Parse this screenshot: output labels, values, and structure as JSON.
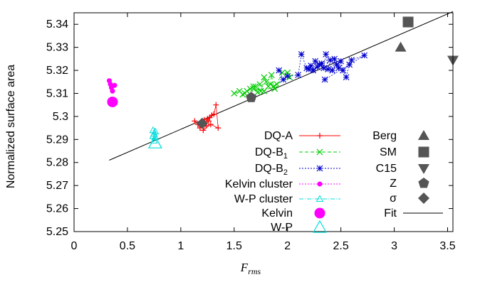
{
  "chart_data": {
    "type": "scatter",
    "xlabel_main": "F",
    "xlabel_sub": "rms",
    "ylabel": "Normalized surface area",
    "xlim": [
      0,
      3.55
    ],
    "ylim": [
      5.25,
      5.345
    ],
    "x_ticks": [
      "0",
      "0.5",
      "1",
      "1.5",
      "2",
      "2.5",
      "3",
      "3.5"
    ],
    "y_ticks": [
      "5.25",
      "5.26",
      "5.27",
      "5.28",
      "5.29",
      "5.3",
      "5.31",
      "5.32",
      "5.33",
      "5.34"
    ],
    "legend_left_labels": [
      "DQ-A",
      "DQ-B",
      "DQ-B",
      "Kelvin cluster",
      "W-P cluster",
      "Kelvin",
      "W-P"
    ],
    "legend_left_subs": [
      "",
      "1",
      "2",
      "",
      "",
      "",
      ""
    ],
    "legend_right_labels": [
      "Berg",
      "SM",
      "C15",
      "Z",
      "σ",
      "Fit"
    ],
    "series": [
      {
        "name": "DQ-A",
        "color": "#ff0000",
        "marker": "plus",
        "line": "solid",
        "points": [
          [
            1.13,
            5.298
          ],
          [
            1.16,
            5.2965
          ],
          [
            1.18,
            5.295
          ],
          [
            1.2,
            5.2975
          ],
          [
            1.22,
            5.2985
          ],
          [
            1.24,
            5.296
          ],
          [
            1.25,
            5.299
          ],
          [
            1.27,
            5.2995
          ],
          [
            1.29,
            5.3005
          ],
          [
            1.31,
            5.301
          ],
          [
            1.33,
            5.305
          ],
          [
            1.35,
            5.295
          ],
          [
            1.28,
            5.2965
          ],
          [
            1.21,
            5.294
          ],
          [
            1.26,
            5.298
          ]
        ]
      },
      {
        "name": "DQ-B",
        "color": "#00cc00",
        "marker": "x",
        "line": "dash",
        "points": [
          [
            1.5,
            5.31
          ],
          [
            1.55,
            5.311
          ],
          [
            1.58,
            5.3095
          ],
          [
            1.6,
            5.31
          ],
          [
            1.62,
            5.311
          ],
          [
            1.65,
            5.312
          ],
          [
            1.68,
            5.313
          ],
          [
            1.7,
            5.313
          ],
          [
            1.72,
            5.3105
          ],
          [
            1.74,
            5.314
          ],
          [
            1.75,
            5.311
          ],
          [
            1.78,
            5.317
          ],
          [
            1.8,
            5.315
          ],
          [
            1.82,
            5.313
          ],
          [
            1.84,
            5.314
          ],
          [
            1.85,
            5.318
          ],
          [
            1.87,
            5.313
          ],
          [
            1.88,
            5.312
          ],
          [
            1.9,
            5.314
          ],
          [
            1.95,
            5.319
          ],
          [
            2.0,
            5.319
          ],
          [
            2.02,
            5.317
          ],
          [
            1.78,
            5.311
          ],
          [
            1.68,
            5.312
          ]
        ]
      },
      {
        "name": "DQ-B",
        "color": "#0000cc",
        "marker": "star",
        "line": "dot",
        "points": [
          [
            1.92,
            5.32
          ],
          [
            1.96,
            5.316
          ],
          [
            2.0,
            5.3175
          ],
          [
            2.1,
            5.318
          ],
          [
            2.13,
            5.327
          ],
          [
            2.18,
            5.321
          ],
          [
            2.2,
            5.3205
          ],
          [
            2.22,
            5.322
          ],
          [
            2.24,
            5.32
          ],
          [
            2.26,
            5.324
          ],
          [
            2.28,
            5.3215
          ],
          [
            2.3,
            5.3225
          ],
          [
            2.32,
            5.323
          ],
          [
            2.34,
            5.321
          ],
          [
            2.36,
            5.327
          ],
          [
            2.38,
            5.3205
          ],
          [
            2.4,
            5.3245
          ],
          [
            2.42,
            5.32
          ],
          [
            2.44,
            5.325
          ],
          [
            2.46,
            5.3225
          ],
          [
            2.48,
            5.321
          ],
          [
            2.5,
            5.324
          ],
          [
            2.52,
            5.32
          ],
          [
            2.55,
            5.317
          ],
          [
            2.58,
            5.3225
          ],
          [
            2.6,
            5.3245
          ],
          [
            2.72,
            5.3265
          ],
          [
            2.35,
            5.316
          ]
        ]
      },
      {
        "name": "Kelvin cluster",
        "color": "#ff00ff",
        "marker": "dot",
        "line": "dot",
        "points": [
          [
            0.33,
            5.3155
          ],
          [
            0.34,
            5.314
          ],
          [
            0.35,
            5.3125
          ],
          [
            0.36,
            5.311
          ],
          [
            0.38,
            5.3135
          ]
        ]
      },
      {
        "name": "W-P cluster",
        "color": "#00dddd",
        "marker": "tri-open",
        "line": "dashdot",
        "points": [
          [
            0.74,
            5.294
          ],
          [
            0.75,
            5.2925
          ],
          [
            0.76,
            5.291
          ],
          [
            0.75,
            5.2895
          ],
          [
            0.74,
            5.2915
          ],
          [
            0.76,
            5.2935
          ]
        ]
      },
      {
        "name": "Kelvin",
        "color": "#ff00ff",
        "marker": "big-dot",
        "points": [
          [
            0.36,
            5.3063
          ]
        ]
      },
      {
        "name": "W-P",
        "color": "#00dddd",
        "marker": "big-tri-open",
        "points": [
          [
            0.76,
            5.2885
          ]
        ]
      },
      {
        "name": "Berg",
        "color": "#555555",
        "marker": "tri",
        "points": [
          [
            3.06,
            5.33
          ]
        ]
      },
      {
        "name": "SM",
        "color": "#555555",
        "marker": "square",
        "points": [
          [
            3.13,
            5.341
          ]
        ]
      },
      {
        "name": "C15",
        "color": "#555555",
        "marker": "tri-down",
        "points": [
          [
            3.55,
            5.3245
          ]
        ]
      },
      {
        "name": "Z",
        "color": "#555555",
        "marker": "pentagon",
        "points": [
          [
            1.66,
            5.3082
          ]
        ]
      },
      {
        "name": "σ",
        "color": "#555555",
        "marker": "diamond",
        "points": [
          [
            1.2,
            5.297
          ]
        ]
      }
    ],
    "fit": {
      "name": "Fit",
      "color": "#000000",
      "x": [
        0.33,
        3.55
      ],
      "y": [
        5.281,
        5.3455
      ]
    }
  }
}
